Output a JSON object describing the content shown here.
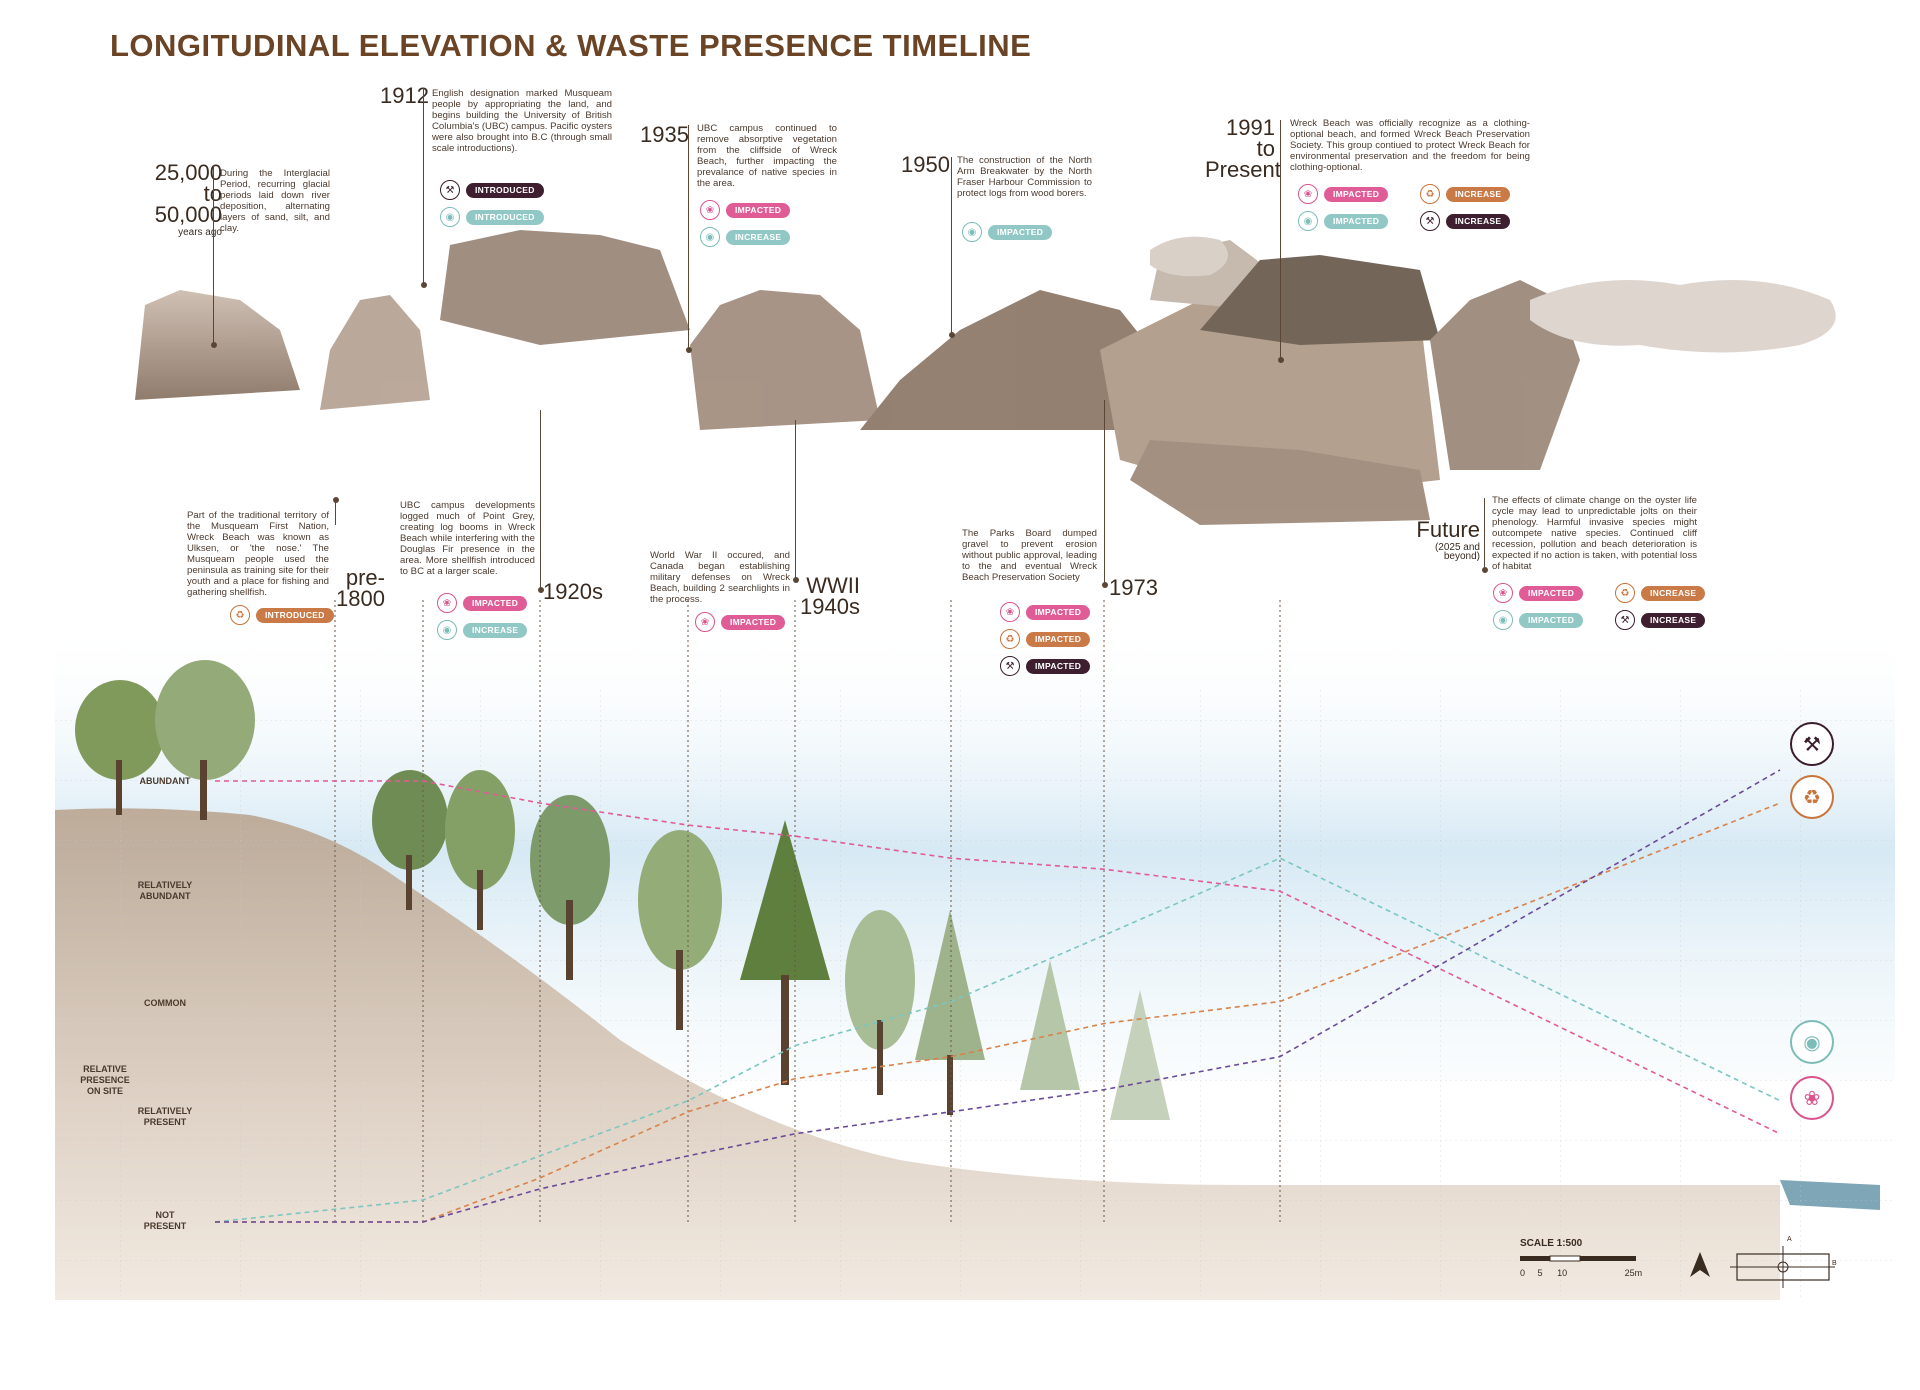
{
  "title": "LONGITUDINAL ELEVATION & WASTE PRESENCE TIMELINE",
  "events": [
    {
      "date": "25,000\nto\n50,000",
      "sub": "years ago",
      "desc": "During the Interglacial Period, recurring glacial periods laid down river deposition, alternating layers of sand, silt, and clay.",
      "badges": []
    },
    {
      "date": "1912",
      "sub": "",
      "desc": "English designation marked Musqueam people by appropriating the land, and begins building the University of British Columbia's (UBC) campus. Pacific oysters were also brought into B.C (through small scale introductions).",
      "badges": [
        {
          "icon": "shovel",
          "status": "INTRODUCED",
          "color": "dark"
        },
        {
          "icon": "oyster",
          "status": "INTRODUCED",
          "color": "teal"
        }
      ]
    },
    {
      "date": "1935",
      "sub": "",
      "desc": "UBC campus continued to remove absorptive vegetation from the cliffside of Wreck Beach, further impacting the prevalance of native species in the area.",
      "badges": [
        {
          "icon": "plant",
          "status": "IMPACTED",
          "color": "pink"
        },
        {
          "icon": "oyster",
          "status": "INCREASE",
          "color": "teal"
        }
      ]
    },
    {
      "date": "1950",
      "sub": "",
      "desc": "The construction of the North Arm Breakwater by the North Fraser Harbour Commission to protect logs from wood borers.",
      "badges": [
        {
          "icon": "oyster",
          "status": "IMPACTED",
          "color": "teal"
        }
      ]
    },
    {
      "date": "1991\nto\nPresent",
      "sub": "",
      "desc": "Wreck Beach was officially recognize as a clothing-optional beach, and formed Wreck Beach Preservation Society. This group contiued to protect Wreck Beach for environmental preservation and the freedom for being clothing-optional.",
      "badges": [
        {
          "icon": "plant",
          "status": "IMPACTED",
          "color": "pink"
        },
        {
          "icon": "recycle",
          "status": "INCREASE",
          "color": "orange"
        },
        {
          "icon": "oyster",
          "status": "IMPACTED",
          "color": "teal"
        },
        {
          "icon": "shovel",
          "status": "INCREASE",
          "color": "dark"
        }
      ]
    },
    {
      "date": "pre-\n1800",
      "sub": "",
      "desc": "Part of the traditional territory of the Musqueam First Nation, Wreck Beach was known as Ulksen, or 'the nose.' The Musqueam people used the peninsula as training site for their youth and a place for fishing and gathering shellfish.",
      "badges": [
        {
          "icon": "recycle",
          "status": "INTRODUCED",
          "color": "orange"
        }
      ]
    },
    {
      "date": "1920s",
      "sub": "",
      "desc": "UBC campus developments logged much of Point Grey, creating log booms in Wreck Beach while interfering with the Douglas Fir presence in the area. More shellfish introduced to BC at a larger scale.",
      "badges": [
        {
          "icon": "plant",
          "status": "IMPACTED",
          "color": "pink"
        },
        {
          "icon": "oyster",
          "status": "INCREASE",
          "color": "teal"
        }
      ]
    },
    {
      "date": "WWII\n1940s",
      "sub": "",
      "desc": "World War II occured, and Canada began establishing military defenses on Wreck Beach, building 2 searchlights in the process.",
      "badges": [
        {
          "icon": "plant",
          "status": "IMPACTED",
          "color": "pink"
        }
      ]
    },
    {
      "date": "1973",
      "sub": "",
      "desc": "The Parks Board dumped gravel to prevent erosion without public approval, leading to the and eventual Wreck Beach Preservation Society",
      "badges": [
        {
          "icon": "plant",
          "status": "IMPACTED",
          "color": "pink"
        },
        {
          "icon": "recycle",
          "status": "IMPACTED",
          "color": "orange"
        },
        {
          "icon": "shovel",
          "status": "IMPACTED",
          "color": "dark"
        }
      ]
    },
    {
      "date": "Future",
      "sub": "(2025 and\nbeyond)",
      "desc": "The effects of climate change on the oyster life cycle may lead to unpredictable jolts on their phenology. Harmful invasive species might outcompete native species. Continued cliff recession, pollution and beach deterioration is expected if no action is taken, with potential loss of habitat",
      "badges": [
        {
          "icon": "plant",
          "status": "IMPACTED",
          "color": "pink"
        },
        {
          "icon": "recycle",
          "status": "INCREASE",
          "color": "orange"
        },
        {
          "icon": "oyster",
          "status": "IMPACTED",
          "color": "teal"
        },
        {
          "icon": "shovel",
          "status": "INCREASE",
          "color": "dark"
        }
      ]
    }
  ],
  "y_axis": {
    "title": "RELATIVE\nPRESENCE\nON SITE",
    "levels": [
      "ABUNDANT",
      "RELATIVELY\nABUNDANT",
      "COMMON",
      "RELATIVELY\nPRESENT",
      "NOT\nPRESENT"
    ]
  },
  "chart_data": {
    "type": "line",
    "x": [
      "pre-1800",
      "1912",
      "1920s",
      "1935",
      "1940s",
      "1950",
      "1973",
      "1991-Present",
      "Future"
    ],
    "levels": [
      "NOT PRESENT",
      "RELATIVELY PRESENT",
      "COMMON",
      "RELATIVELY ABUNDANT",
      "ABUNDANT"
    ],
    "series": [
      {
        "icon": "plant",
        "color": "#e05c96",
        "values": [
          4.0,
          4.0,
          3.8,
          3.6,
          3.5,
          3.3,
          3.2,
          3.0,
          0.8
        ]
      },
      {
        "icon": "oyster",
        "color": "#7cc6c2",
        "values": [
          0.0,
          0.2,
          0.6,
          1.1,
          1.6,
          2.0,
          2.6,
          3.3,
          1.1
        ]
      },
      {
        "icon": "recycle",
        "color": "#d9824a",
        "values": [
          0.0,
          0.0,
          0.4,
          1.0,
          1.3,
          1.5,
          1.8,
          2.0,
          3.8
        ]
      },
      {
        "icon": "shovel",
        "color": "#6b4a9a",
        "values": [
          0.0,
          0.0,
          0.3,
          0.6,
          0.8,
          1.0,
          1.2,
          1.5,
          4.1
        ]
      }
    ]
  },
  "scale": {
    "label": "SCALE 1:500",
    "ticks": [
      "0",
      "5",
      "10",
      "25m"
    ]
  },
  "compass": {
    "a": "A",
    "b": "B"
  }
}
